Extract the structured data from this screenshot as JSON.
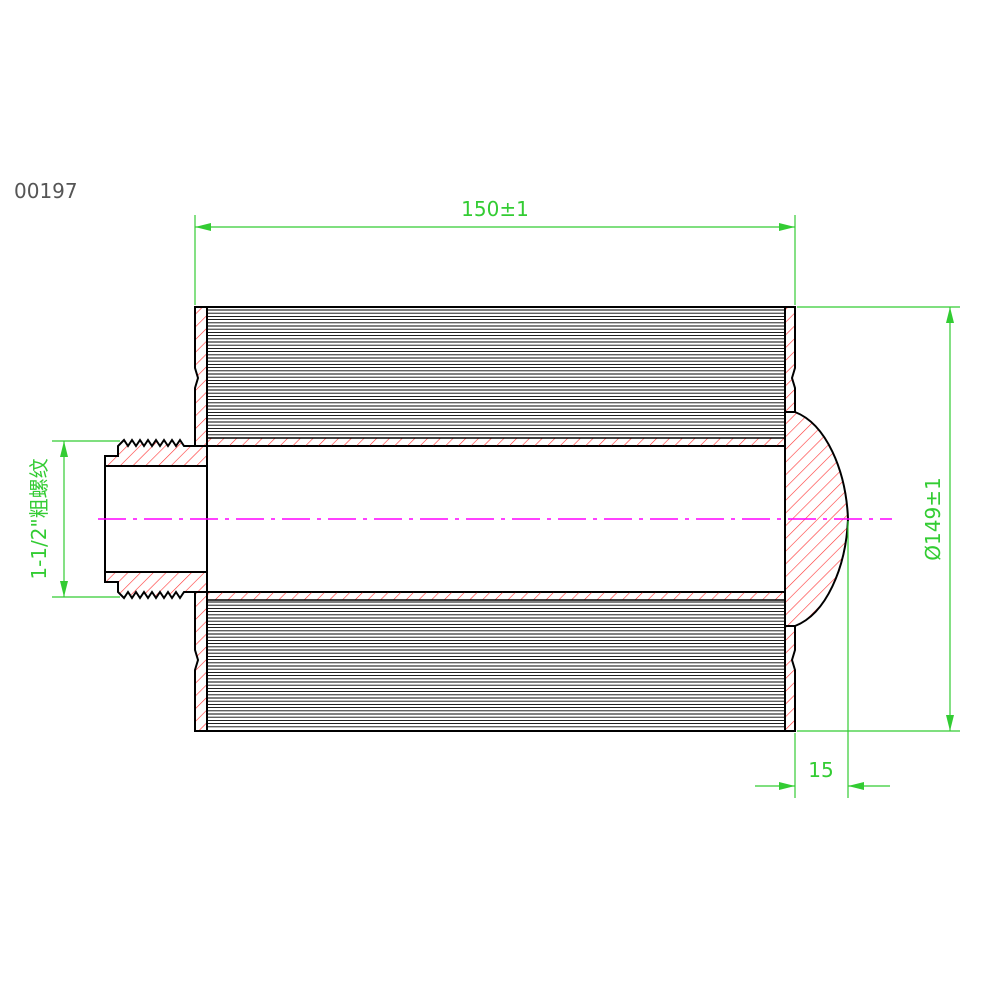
{
  "drawing": {
    "corner_label": "00197",
    "dimensions": {
      "overall_length": "150±1",
      "diameter": "Ø149±1",
      "dome_depth": "15",
      "thread": "1-1/2\"粗螺纹"
    }
  },
  "colors": {
    "outline": "#000000",
    "hatch": "#ff3333",
    "dimension": "#33cc33",
    "centerline": "#ff00ff",
    "corner_text": "#555555"
  }
}
